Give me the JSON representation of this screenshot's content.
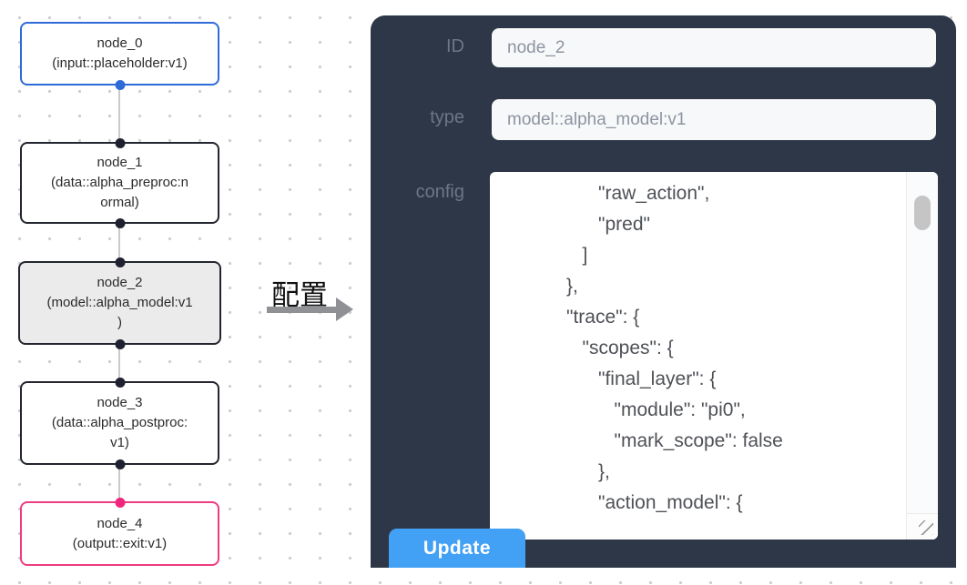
{
  "flowchart": {
    "nodes": [
      {
        "id": "node_0",
        "type_label": "(input::placeholder:v1)",
        "lines": [
          "node_0",
          "(input::placeholder:v1)"
        ],
        "variant": "input"
      },
      {
        "id": "node_1",
        "type_label": "(data::alpha_preproc:normal)",
        "lines": [
          "node_1",
          "(data::alpha_preproc:n",
          "ormal)"
        ],
        "variant": "default"
      },
      {
        "id": "node_2",
        "type_label": "(model::alpha_model:v1)",
        "lines": [
          "node_2",
          "(model::alpha_model:v1",
          ")"
        ],
        "variant": "selected"
      },
      {
        "id": "node_3",
        "type_label": "(data::alpha_postproc:v1)",
        "lines": [
          "node_3",
          "(data::alpha_postproc:",
          "v1)"
        ],
        "variant": "default"
      },
      {
        "id": "node_4",
        "type_label": "(output::exit:v1)",
        "lines": [
          "node_4",
          "(output::exit:v1)"
        ],
        "variant": "output"
      }
    ]
  },
  "transition": {
    "label": "配置"
  },
  "panel": {
    "fields": {
      "id": {
        "label": "ID",
        "value": "node_2"
      },
      "type": {
        "label": "type",
        "value": "model::alpha_model:v1"
      },
      "config": {
        "label": "config",
        "value": "                  \"raw_action\",\n                  \"pred\"\n               ]\n            },\n            \"trace\": {\n               \"scopes\": {\n                  \"final_layer\": {\n                     \"module\": \"pi0\",\n                     \"mark_scope\": false\n                  },\n                  \"action_model\": {"
      }
    },
    "update_button": {
      "label": "Update"
    }
  },
  "colors": {
    "panel_bg": "#2d3748",
    "accent_button": "#42a0f5",
    "node_default_border": "#23252f",
    "node_input_border": "#2e6bd6",
    "node_output_border": "#ee3c80",
    "node_selected_bg": "#ebebeb",
    "port_dark": "#1f2130",
    "port_blue": "#2e6bd6",
    "port_pink": "#f0257c",
    "edge_line": "#c9c9c9",
    "input_bg": "#f7f8fa",
    "field_label": "#6d7684"
  }
}
